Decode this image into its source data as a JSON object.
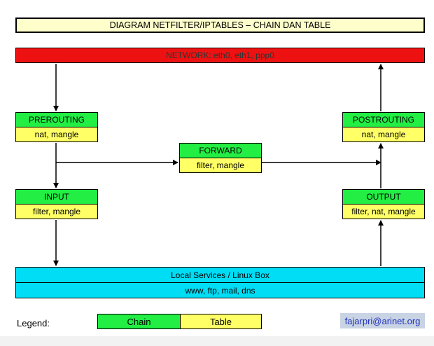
{
  "title": "DIAGRAM NETFILTER/IPTABLES – CHAIN DAN TABLE",
  "network": "NETWORK: eth0, eth1, ppp0",
  "chains": {
    "prerouting": {
      "name": "PREROUTING",
      "tables": "nat, mangle"
    },
    "forward": {
      "name": "FORWARD",
      "tables": "filter, mangle"
    },
    "postrouting": {
      "name": "POSTROUTING",
      "tables": "nat, mangle"
    },
    "input": {
      "name": "INPUT",
      "tables": "filter, mangle"
    },
    "output": {
      "name": "OUTPUT",
      "tables": "filter, nat, mangle"
    }
  },
  "local": {
    "title": "Local Services / Linux Box",
    "services": "www, ftp, mail, dns"
  },
  "legend": {
    "label": "Legend:",
    "chain": "Chain",
    "table": "Table"
  },
  "author": "fajarpri@arinet.org",
  "colors": {
    "chain": "#22ee44",
    "table": "#ffff66",
    "network": "#ee1111",
    "local": "#00ddf5"
  }
}
